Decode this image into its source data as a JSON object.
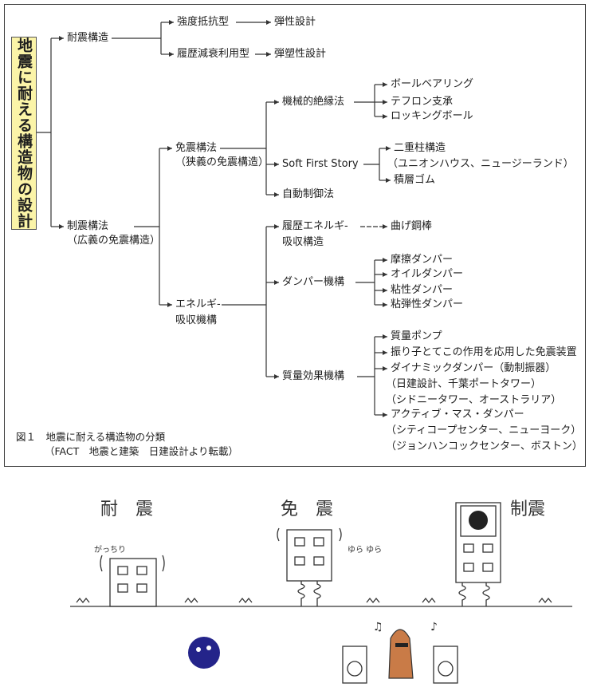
{
  "root": "地震に耐える構造物の設計",
  "nodes": {
    "taishin": "耐震構造",
    "kyodo": "強度抵抗型",
    "dansei": "弾性設計",
    "rireki_gensui": "履歴減衰利用型",
    "dansosei": "弾塑性設計",
    "seishin": "制震構法",
    "seishin_sub": "（広義の免震構造）",
    "menshin": "免震構法",
    "menshin_sub": "（狭義の免震構造）",
    "kikai": "機械的絶縁法",
    "ball": "ボールベアリング",
    "teflon": "テフロン支承",
    "rocking": "ロッキングボール",
    "softfirst": "Soft First Story",
    "nijuchu": "二重柱構造",
    "nijuchu_sub": "（ユニオンハウス、ニュージーランド）",
    "sekiso": "積層ゴム",
    "jido": "自動制御法",
    "energy": "エネルギ-",
    "energy_sub": "吸収機構",
    "rireki": "履歴エネルギ-",
    "rireki_sub": "吸収構造",
    "mage": "曲げ鋼棒",
    "damper": "ダンパー機構",
    "masatsu": "摩擦ダンパー",
    "oil": "オイルダンパー",
    "nensei": "粘性ダンパー",
    "nendansei": "粘弾性ダンパー",
    "shitsuryo": "質量効果機構",
    "pump": "質量ポンプ",
    "furiko": "振り子とてこの作用を応用した免震装置",
    "dynamic": "ダイナミックダンパー（動制振器）",
    "dynamic_1": "（日建設計、千葉ポートタワー）",
    "dynamic_2": "（シドニータワー、オーストラリア）",
    "active": "アクティブ・マス・ダンパー",
    "active_1": "（シティコープセンター、ニューヨーク）",
    "active_2": "（ジョンハンコックセンター、ボストン）"
  },
  "caption": {
    "line1": "図１　地震に耐える構造物の分類",
    "line2": "（FACT　地震と建築　日建設計より転載）"
  },
  "illustration": {
    "label_taishin": "耐　震",
    "label_menshin": "免　震",
    "label_seishin": "制震",
    "sound_1": "がっちり",
    "sound_2": "ゆら ゆら"
  }
}
